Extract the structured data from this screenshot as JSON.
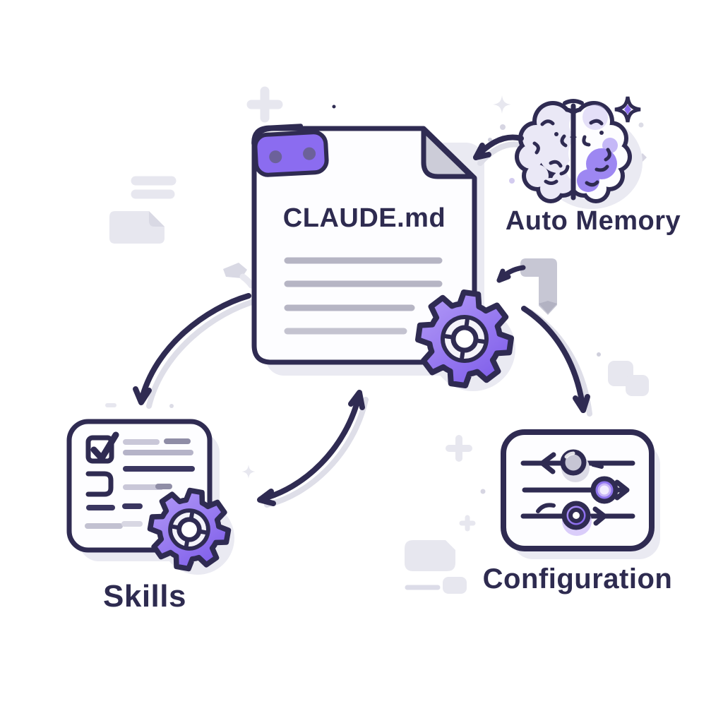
{
  "diagram": {
    "title": "CLAUDE.md context diagram",
    "center": {
      "id": "claude_md",
      "label": "CLAUDE.md",
      "icon": "document-with-folded-corner-and-gear-icon"
    },
    "nodes": [
      {
        "id": "auto_memory",
        "label": "Auto Memory",
        "icon": "brain-icon",
        "position": "top-right"
      },
      {
        "id": "skills",
        "label": "Skills",
        "icon": "checklist-with-gear-icon",
        "position": "bottom-left"
      },
      {
        "id": "configuration",
        "label": "Configuration",
        "icon": "sliders-panel-icon",
        "position": "bottom-right"
      }
    ],
    "edges": [
      {
        "from": "auto_memory",
        "to": "claude_md",
        "style": "curved-arrow"
      },
      {
        "from": "claude_md",
        "to": "skills",
        "style": "curved-arrow"
      },
      {
        "from": "skills",
        "to": "claude_md",
        "style": "double-headed-curved-arrow"
      },
      {
        "from": "claude_md",
        "to": "configuration",
        "style": "curved-arrow"
      }
    ],
    "decorations": [
      "plus-sparkle",
      "four-point-star",
      "file-shape",
      "text-bars",
      "ribbon-7-shape",
      "chat-bubbles",
      "rounded-squares",
      "comet-dash",
      "dots"
    ],
    "colors": {
      "ink": "#2f2b52",
      "text": "#2e2b50",
      "purple": "#8b6cf0",
      "purple_light": "#b29af6",
      "purple_deep": "#7a58e9",
      "lavender": "#eae8f6",
      "gray_deco": "#e7e7ef",
      "gray_mid": "#c6c5d4",
      "echo": "#dedee8",
      "shadow": "#eaeaf2",
      "line_gray": "#b6b5c4"
    }
  }
}
